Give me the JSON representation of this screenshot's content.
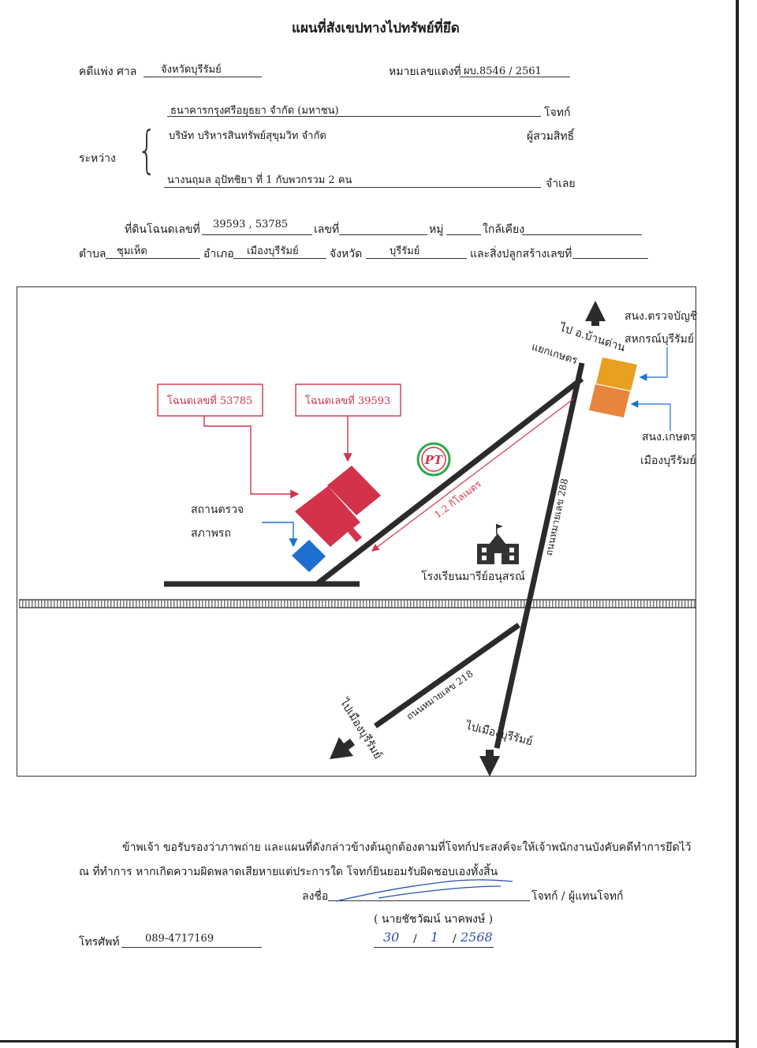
{
  "title": "แผนที่สังเขปทางไปทรัพย์ที่ยึด",
  "case": {
    "court_label": "คดีแพ่ง  ศาล",
    "court_value": "จังหวัดบุรีรัมย์",
    "red_no_label": "หมายเลขแดงที่",
    "red_no_value": "ผบ.8546  / 2561"
  },
  "parties": {
    "between_label": "ระหว่าง",
    "plaintiff_name": "ธนาคารกรุงศรีอยุธยา จำกัด (มหาชน)",
    "plaintiff_role": "โจทก์",
    "successor_name": "บริษัท บริหารสินทรัพย์สุขุมวิท จำกัด",
    "successor_role": "ผู้สวมสิทธิ์",
    "defendant_name": "นางนฤมล  อุปัทชิยา  ที่ 1 กับพวกรวม 2 คน",
    "defendant_role": "จำเลย"
  },
  "property": {
    "deed_label": "ที่ดินโฉนดเลขที่",
    "deed_value": "39593 , 53785",
    "number_label": "เลขที่",
    "moo_label": "หมู่",
    "near_label": "ใกล้เคียง",
    "tambon_label": "ตำบล",
    "tambon_value": "ชุมเห็ด",
    "amphoe_label": "อำเภอ",
    "amphoe_value": "เมืองบุรีรัมย์",
    "province_label": "จังหวัด",
    "province_value": "บุรีรัมย์",
    "building_label": "และสิ่งปลูกสร้างเลขที่"
  },
  "map": {
    "deed_a": "โฉนดเลขที่ 53785",
    "deed_b": "โฉนดเลขที่ 39593",
    "station_line1": "สถานตรวจ",
    "station_line2": "สภาพรถ",
    "logo_text": "PT",
    "distance": "1.2 กิโลเมตร",
    "to_north": "ไป อ.บ้านด่าน",
    "junction": "แยกเกษตร",
    "coop_line1": "สนง.ตรวจบัญชี",
    "coop_line2": "สหกรณ์บุรีรัมย์",
    "agri_line1": "สนง.เกษตร",
    "agri_line2": "เมืองบุรีรัมย์",
    "road_288": "ถนนหมายเลข 288",
    "school": "โรงเรียนมารีย์อนุสรณ์",
    "road_218": "ถนนหมายเลข 218",
    "to_city_left": "ไปเมืองบุรีรัมย์",
    "to_city_right": "ไปเมืองบุรีรัมย์",
    "colors": {
      "deed_red": "#d2334a",
      "box_orange1": "#e8a020",
      "box_orange2": "#e8843c",
      "station_blue": "#1e6fd0",
      "road": "#2b2b2b"
    }
  },
  "certify": {
    "line1": "ข้าพเจ้า  ขอรับรองว่าภาพถ่าย และแผนที่ดังกล่าวข้างต้นถูกต้องตามที่โจทก์ประสงค์จะให้เจ้าพนักงานบังคับคดีทำการยึดไว้",
    "line2": "ณ  ที่ทำการ  หากเกิดความผิดพลาดเสียหายแต่ประการใด  โจทก์ยินยอมรับผิดชอบเองทั้งสิ้น",
    "sign_label": "ลงชื่อ",
    "sign_role": "โจทก์ / ผู้แทนโจทก์",
    "signer": "(  นายชัชวัฒน์  นาคพงษ์   )",
    "phone_label": "โทรศัพท์",
    "phone_value": "089-4717169",
    "date_day": "30",
    "date_month": "1",
    "date_year": "2568"
  }
}
